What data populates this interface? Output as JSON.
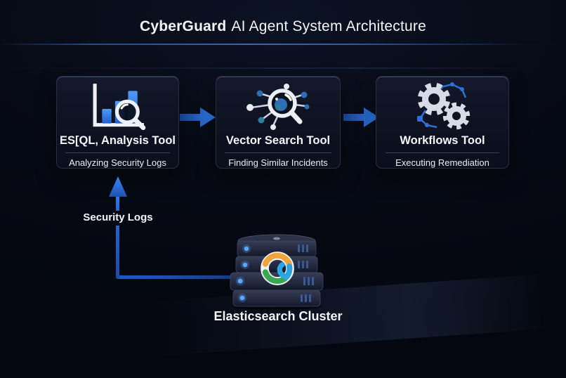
{
  "title": {
    "brand": "CyberGuard",
    "rest": "AI Agent System Architecture"
  },
  "tools": [
    {
      "name": "ES[QL, Analysis Tool",
      "subtitle": "Analyzing Security Logs",
      "icon": "bar-chart-search-icon"
    },
    {
      "name": "Vector Search Tool",
      "subtitle": "Finding Similar Incidents",
      "icon": "vector-search-icon"
    },
    {
      "name": "Workflows Tool",
      "subtitle": "Executing Remediation",
      "icon": "workflow-gears-icon"
    }
  ],
  "flow": {
    "security_logs_label": "Security Logs"
  },
  "datastore": {
    "label": "Elasticsearch Cluster",
    "icons": [
      "server-stack-icon",
      "elasticsearch-logo-icon"
    ]
  },
  "colors": {
    "background": "#05080f",
    "card_background": "#0d1120",
    "card_border": "#272e42",
    "arrow_blue_bright": "#2f80f5",
    "arrow_blue_deep": "#173e85",
    "title_rule_blue": "#3364be",
    "bar_blue": "#3f8df5",
    "led_blue": "#59a9ff",
    "elastic_yellow": "#f0a43c",
    "elastic_green": "#39a652",
    "elastic_blue": "#2ba6e0",
    "text": "#f2f4f8"
  }
}
